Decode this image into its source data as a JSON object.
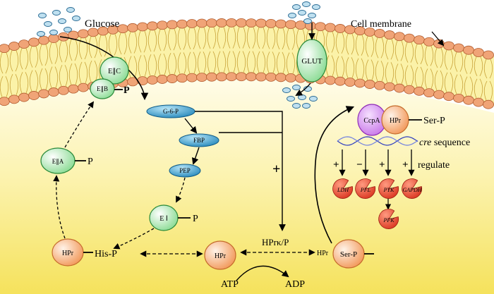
{
  "labels": {
    "glucose": "Glucose",
    "cell_membrane": "Cell membrane",
    "glut": "GLUT",
    "eiic": "E∥C",
    "eiib": "E∥B",
    "p": "P",
    "g6p": "G-6-P",
    "fbp": "FBP",
    "pep": "PEP",
    "eiia": "E∥A",
    "ei": "E Ⅰ",
    "hpr": "HPr",
    "his_p": "His-P",
    "hprk_p": "HPrκ/P",
    "atp": "ATP",
    "adp": "ADP",
    "ser_p": "Ser-P",
    "ccpa": "CcpA",
    "cre_italic": "cre",
    "cre_rest": " sequence",
    "regulate": "regulate",
    "plus": "+",
    "minus": "−"
  },
  "targets": [
    {
      "name": "LDH",
      "sign": "+"
    },
    {
      "name": "PFL",
      "sign": "−"
    },
    {
      "name": "PYK",
      "sign": "+"
    },
    {
      "name": "GAPDH",
      "sign": "+"
    },
    {
      "name": "PFK",
      "sign": ""
    }
  ],
  "colors": {
    "lipid_head": "#f0a477",
    "membrane_tail_bg": "#fbf3b0",
    "cytoplasm_top": "#fffbe0",
    "cytoplasm_bottom": "#f6e46a",
    "green_protein": "#b4ebb8",
    "orange_protein": "#f7b98a",
    "blue_metabolite": "#3aa3cf",
    "ccpa_purple": "#d88cf0",
    "target_red": "#e8452c",
    "glucose_dot": "#bfe0f0"
  }
}
